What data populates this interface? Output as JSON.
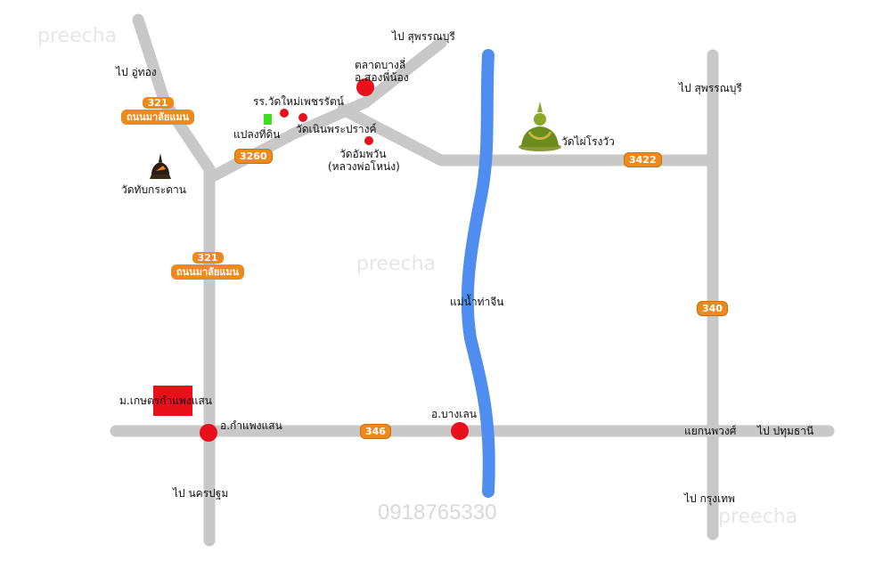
{
  "watermarks": {
    "brand": "preecha",
    "phone": "0918765330"
  },
  "places": {
    "to_u_thong": "ไป อู่ทอง",
    "to_suphanburi_top": "ไป สุพรรณบุรี",
    "to_suphanburi_right": "ไป สุพรรณบุรี",
    "talat_bang_len": "ตลาดบางลี่",
    "amphoe_song_phi_nong": "อ.สองพี่น้อง",
    "school": "รร.วัดใหม่เพชรรัตน์",
    "land_plot": "แปลงที่ดิน",
    "wat_noen_phra_prang": "วัดเนินพระปรางค์",
    "wat_um_phawan": "วัดอัมพวัน",
    "luang_pho_nong": "(หลวงพ่อโหน่ง)",
    "wat_phai_rong_wua": "วัดไผ่โรงวัว",
    "wat_thap_kradan": "วัดทับกระดาน",
    "river": "แม่น้ำท่าจีน",
    "kasetsart": "ม.เกษตรกำแพงแสน",
    "amphoe_kamphaeng_saen": "อ.กำแพงแสน",
    "amphoe_bang_len": "อ.บางเลน",
    "yaek_nop_phawong": "แยกนพวงศ์",
    "to_pathum_thani": "ไป ปทุมธานี",
    "to_nakhon_pathom": "ไป นครปฐม",
    "to_bangkok": "ไป กรุงเทพ"
  },
  "road_shields": {
    "r321_top_num": "321",
    "r321_top_name": "ถนนมาลัยแมน",
    "r321_mid_num": "321",
    "r321_mid_name": "ถนนมาลัยแมน",
    "r3260": "3260",
    "r3422": "3422",
    "r340": "340",
    "r346": "346"
  },
  "colors": {
    "road": "#c8c8c8",
    "river": "#4f8ef0",
    "shield": "#ee8a1a",
    "marker_red": "#e8101a",
    "land_plot_green": "#3be11c"
  },
  "icons": [
    "buddha-statue-icon",
    "temple-icon"
  ]
}
